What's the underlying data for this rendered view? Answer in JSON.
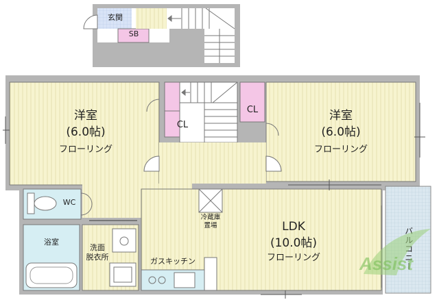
{
  "rooms": {
    "genkan": "玄関",
    "sb": "SB",
    "cl_left": "CL",
    "cl_right": "CL",
    "western_left": {
      "name": "洋室",
      "size": "(6.0帖)",
      "floor": "フローリング"
    },
    "western_right": {
      "name": "洋室",
      "size": "(6.0帖)",
      "floor": "フローリング"
    },
    "wc": "WC",
    "bath": "浴室",
    "washroom": [
      "洗面",
      "脱衣所"
    ],
    "fridge": [
      "冷蔵庫",
      "置場"
    ],
    "ldk": {
      "name": "LDK",
      "size": "(10.0帖)",
      "floor": "フローリング"
    },
    "kitchen": "ガスキッチン",
    "balcony": "バルコニー"
  },
  "watermark": "Assist",
  "colors": {
    "room_fill": "#f7f4cf",
    "genkan_fill": "#d9e4f7",
    "sb_fill": "#f4c6e6",
    "cl_fill": "#f4c6e6",
    "wet_fill": "#d6eef3",
    "balcony_fill": "#dbe8f0",
    "wall": "#666666",
    "outer_gray": "#b5b5b5"
  }
}
